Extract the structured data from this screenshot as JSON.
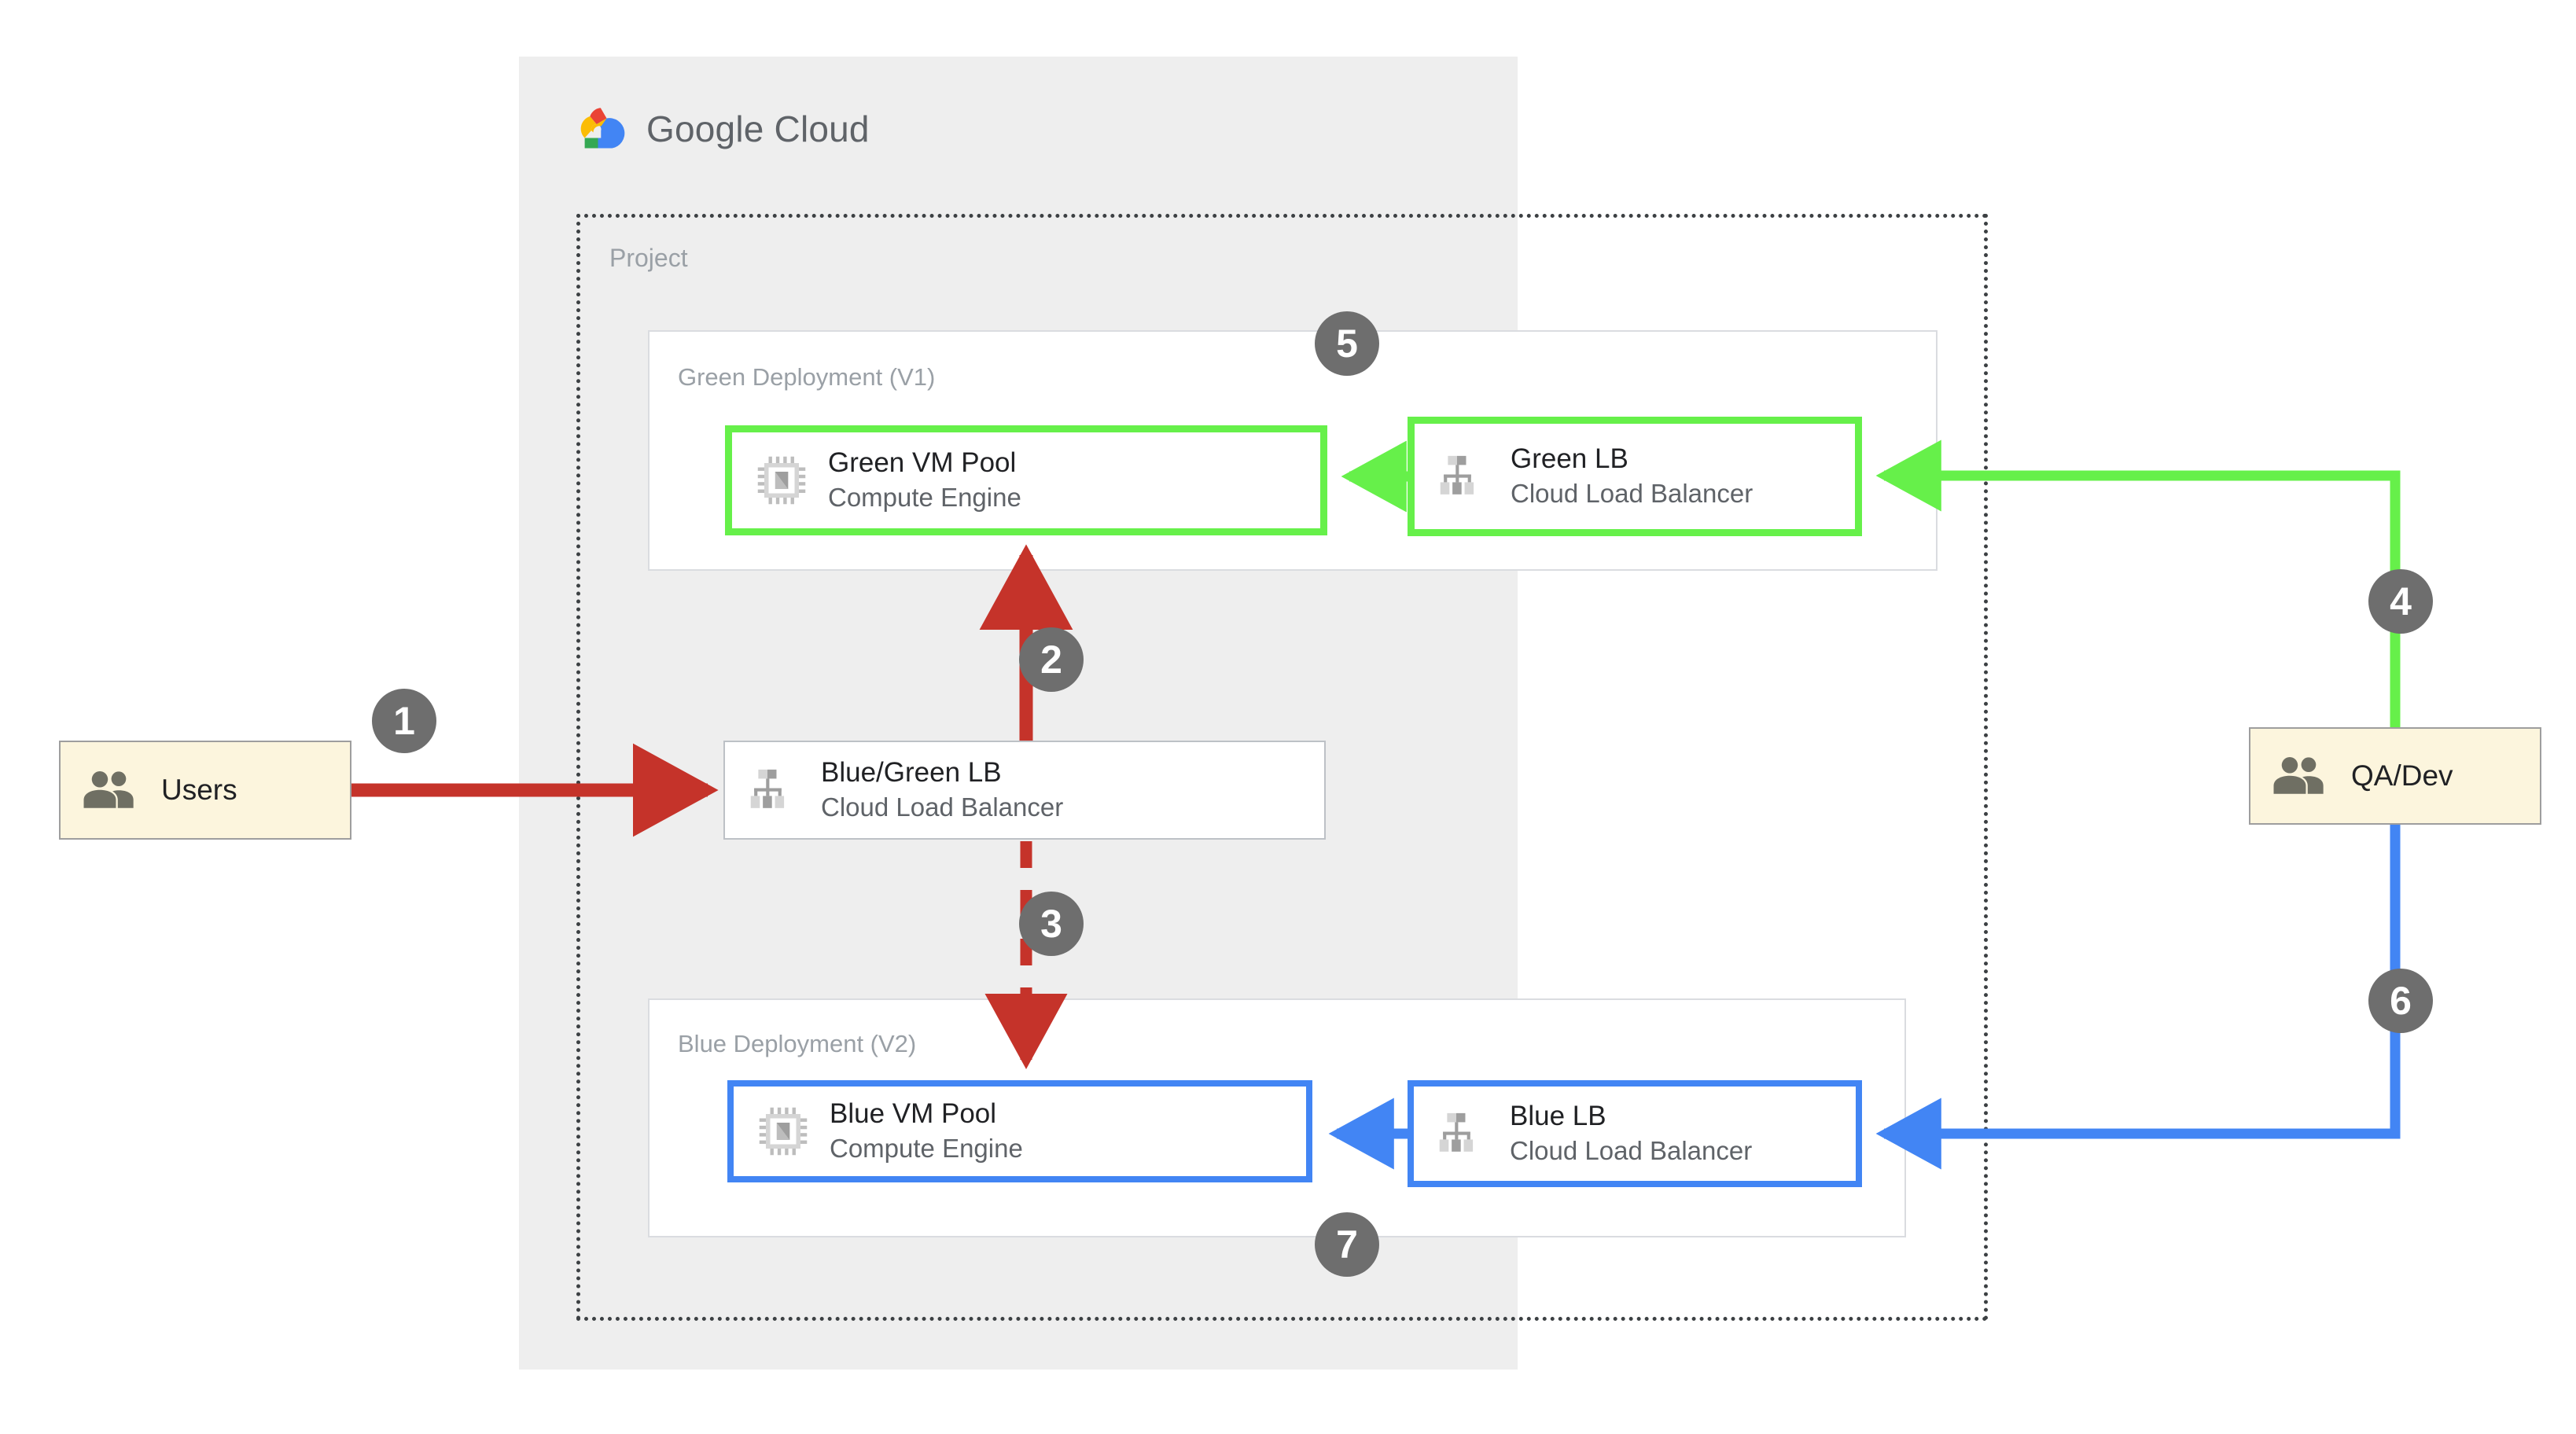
{
  "cloud": {
    "brand_primary": "Google",
    "brand_secondary": "Cloud",
    "logo_icon": "google-cloud-logo-icon",
    "project_label": "Project"
  },
  "colors": {
    "green": "#66F04A",
    "blue": "#4285F4",
    "red": "#C5332A",
    "badge_gray": "#6E6E6E",
    "panel_gray": "#EEEEEE",
    "beige": "#FCF5DD",
    "text_primary": "#202124",
    "text_secondary": "#5F6368",
    "text_muted": "#9AA0A6"
  },
  "groups": {
    "green_deployment": "Green Deployment (V1)",
    "blue_deployment": "Blue Deployment (V2)"
  },
  "nodes": {
    "green_vm": {
      "title": "Green VM Pool",
      "subtitle": "Compute Engine",
      "icon": "cpu-chip-icon"
    },
    "green_lb": {
      "title": "Green LB",
      "subtitle": "Cloud Load Balancer",
      "icon": "load-balancer-icon"
    },
    "bluegreen_lb": {
      "title": "Blue/Green LB",
      "subtitle": "Cloud Load Balancer",
      "icon": "load-balancer-icon"
    },
    "blue_vm": {
      "title": "Blue VM Pool",
      "subtitle": "Compute Engine",
      "icon": "cpu-chip-icon"
    },
    "blue_lb": {
      "title": "Blue LB",
      "subtitle": "Cloud Load Balancer",
      "icon": "load-balancer-icon"
    },
    "users": {
      "title": "Users",
      "icon": "users-icon"
    },
    "qadev": {
      "title": "QA/Dev",
      "icon": "users-icon"
    }
  },
  "steps": {
    "s1": "1",
    "s2": "2",
    "s3": "3",
    "s4": "4",
    "s5": "5",
    "s6": "6",
    "s7": "7"
  }
}
